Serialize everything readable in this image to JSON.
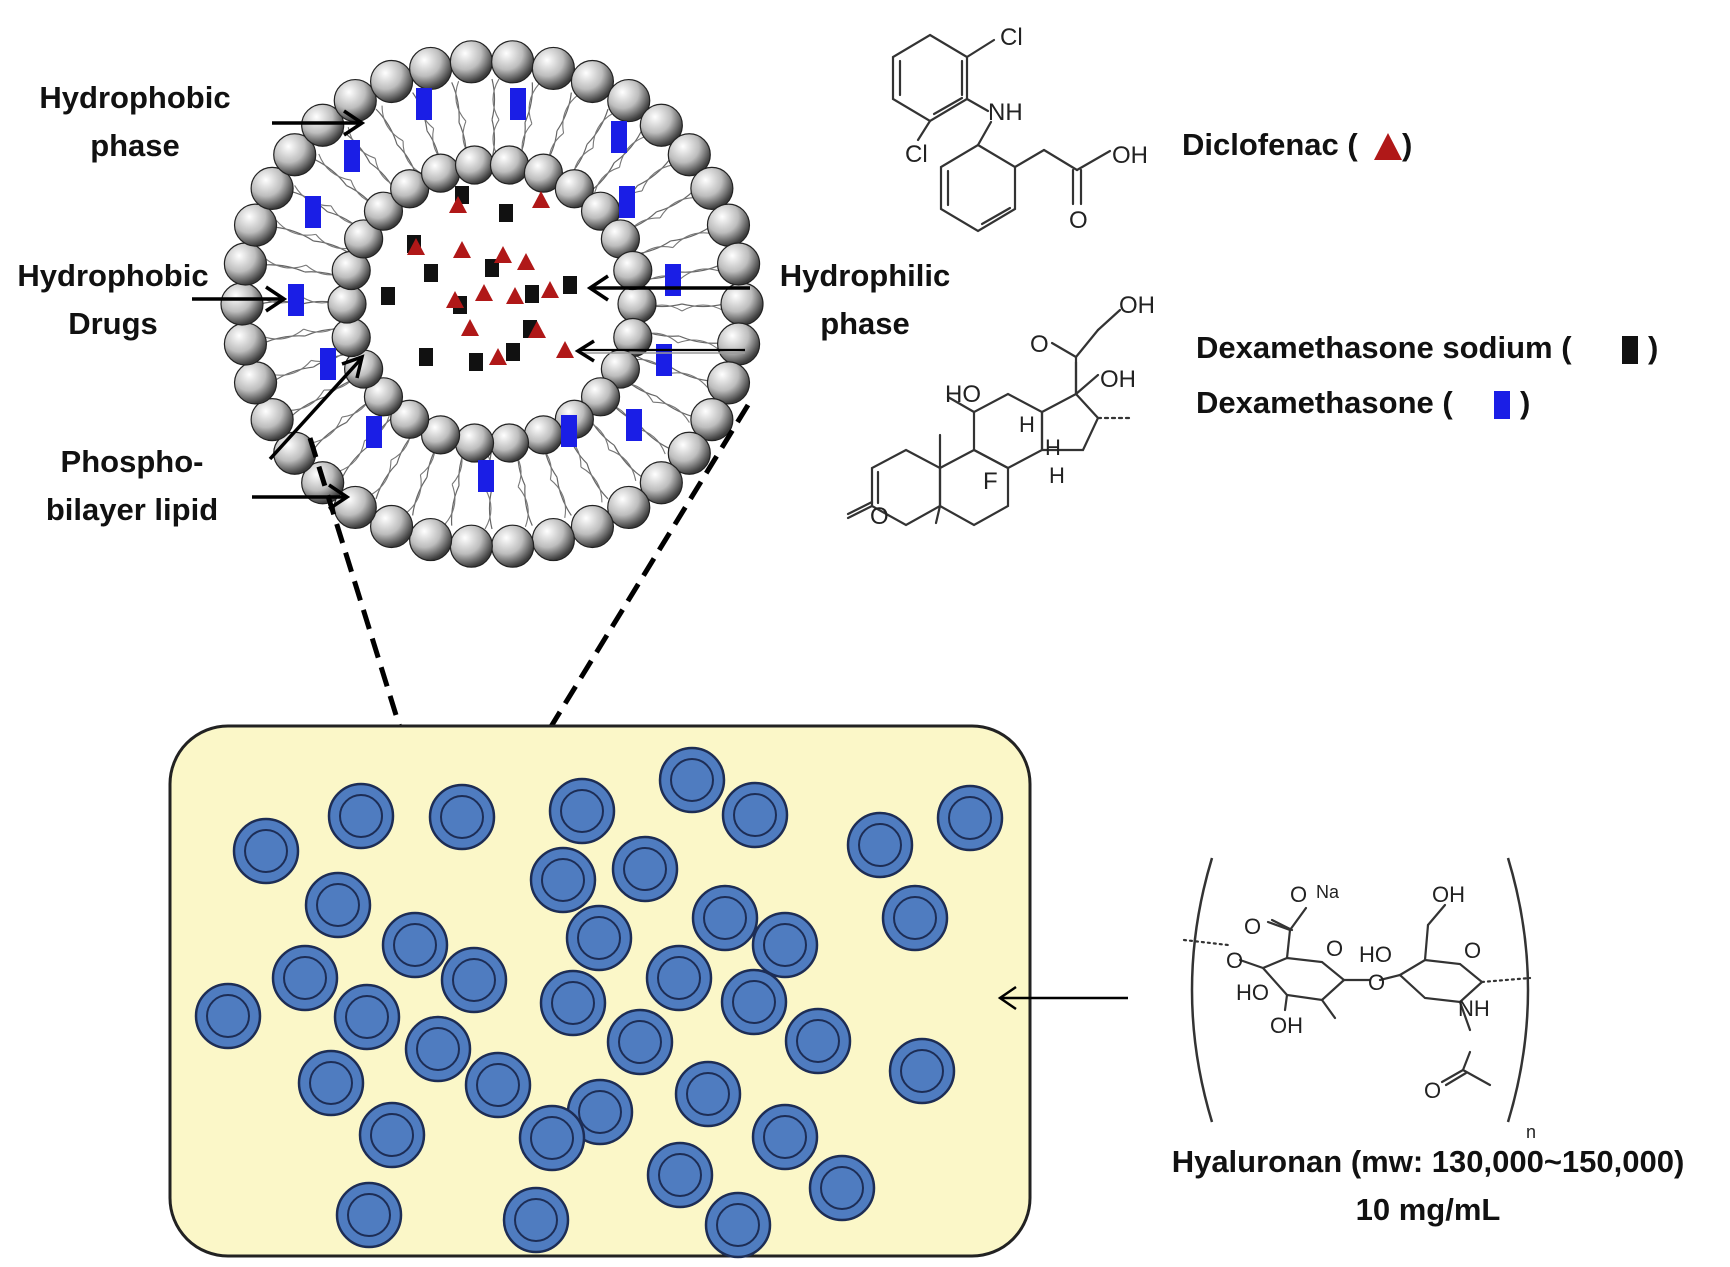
{
  "liposome_labels": {
    "hydrophobic_phase": [
      "Hydrophobic",
      "phase"
    ],
    "hydrophobic_drugs": [
      "Hydrophobic",
      "Drugs"
    ],
    "hydrophilic_phase": [
      "Hydrophilic",
      "phase"
    ],
    "phospho_bilayer": [
      "Phospho-",
      "bilayer lipid"
    ]
  },
  "legend": {
    "diclofenac": "Diclofenac (",
    "diclofenac_close": ")",
    "dex_sodium": "Dexamethasone sodium (",
    "dex_sodium_close": ")",
    "dex": "Dexamethasone (",
    "dex_close": ")"
  },
  "structures": {
    "diclofenac": {
      "cl1": "Cl",
      "cl2": "Cl",
      "nh": "NH",
      "oh": "OH",
      "o": "O"
    },
    "dexamethasone": {
      "oh_top": "OH",
      "o_ketone": "O",
      "oh_c17": "OH",
      "ho_c11": "HO",
      "h1": "H",
      "h2": "H",
      "h3": "H",
      "f": "F",
      "o_c3": "O"
    },
    "hyaluronan": {
      "o_minus": "O",
      "na": "Na",
      "o_carbonyl": "O",
      "oh_top": "OH",
      "o_link1": "O",
      "o_ring1": "O",
      "ho1": "HO",
      "ho2": "HO",
      "o_link2": "O",
      "oh_bottom": "OH",
      "o_ring2": "O",
      "nh": "NH",
      "o_acetyl": "O",
      "n": "n"
    }
  },
  "hyaluronan_caption": {
    "line1": "Hyaluronan (mw: 130,000~150,000)",
    "line2": "10 mg/mL"
  },
  "colors": {
    "gel_fill": "#fbf7c8",
    "vesicle_fill": "#4f7cc0",
    "dex_blue": "#1a1ee6",
    "diclofenac_red": "#b01818",
    "dex_sodium_black": "#111111"
  }
}
